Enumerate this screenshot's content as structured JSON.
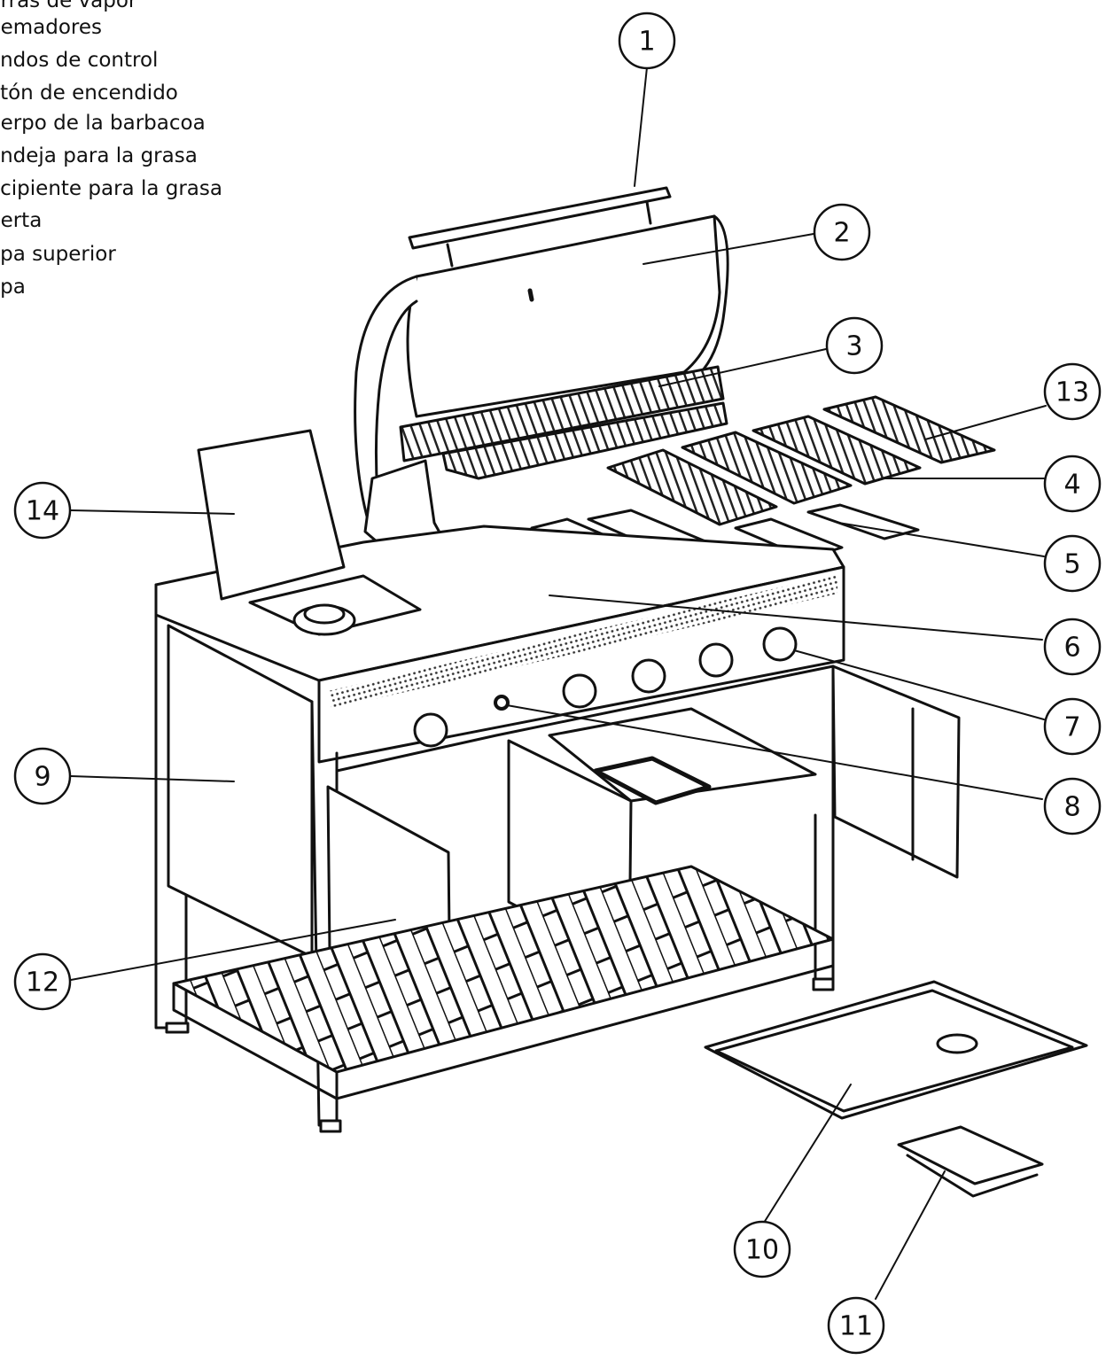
{
  "legend": [
    "urras de vapor",
    "uemadores",
    "andos de control",
    "otón de encendido",
    "uerpo de la barbacoa",
    "andeja para la grasa",
    "ecipiente para la grasa",
    "uerta",
    "apa superior",
    "apa"
  ],
  "callouts": [
    "1",
    "2",
    "3",
    "4",
    "5",
    "6",
    "7",
    "8",
    "9",
    "10",
    "11",
    "12",
    "13",
    "14"
  ]
}
